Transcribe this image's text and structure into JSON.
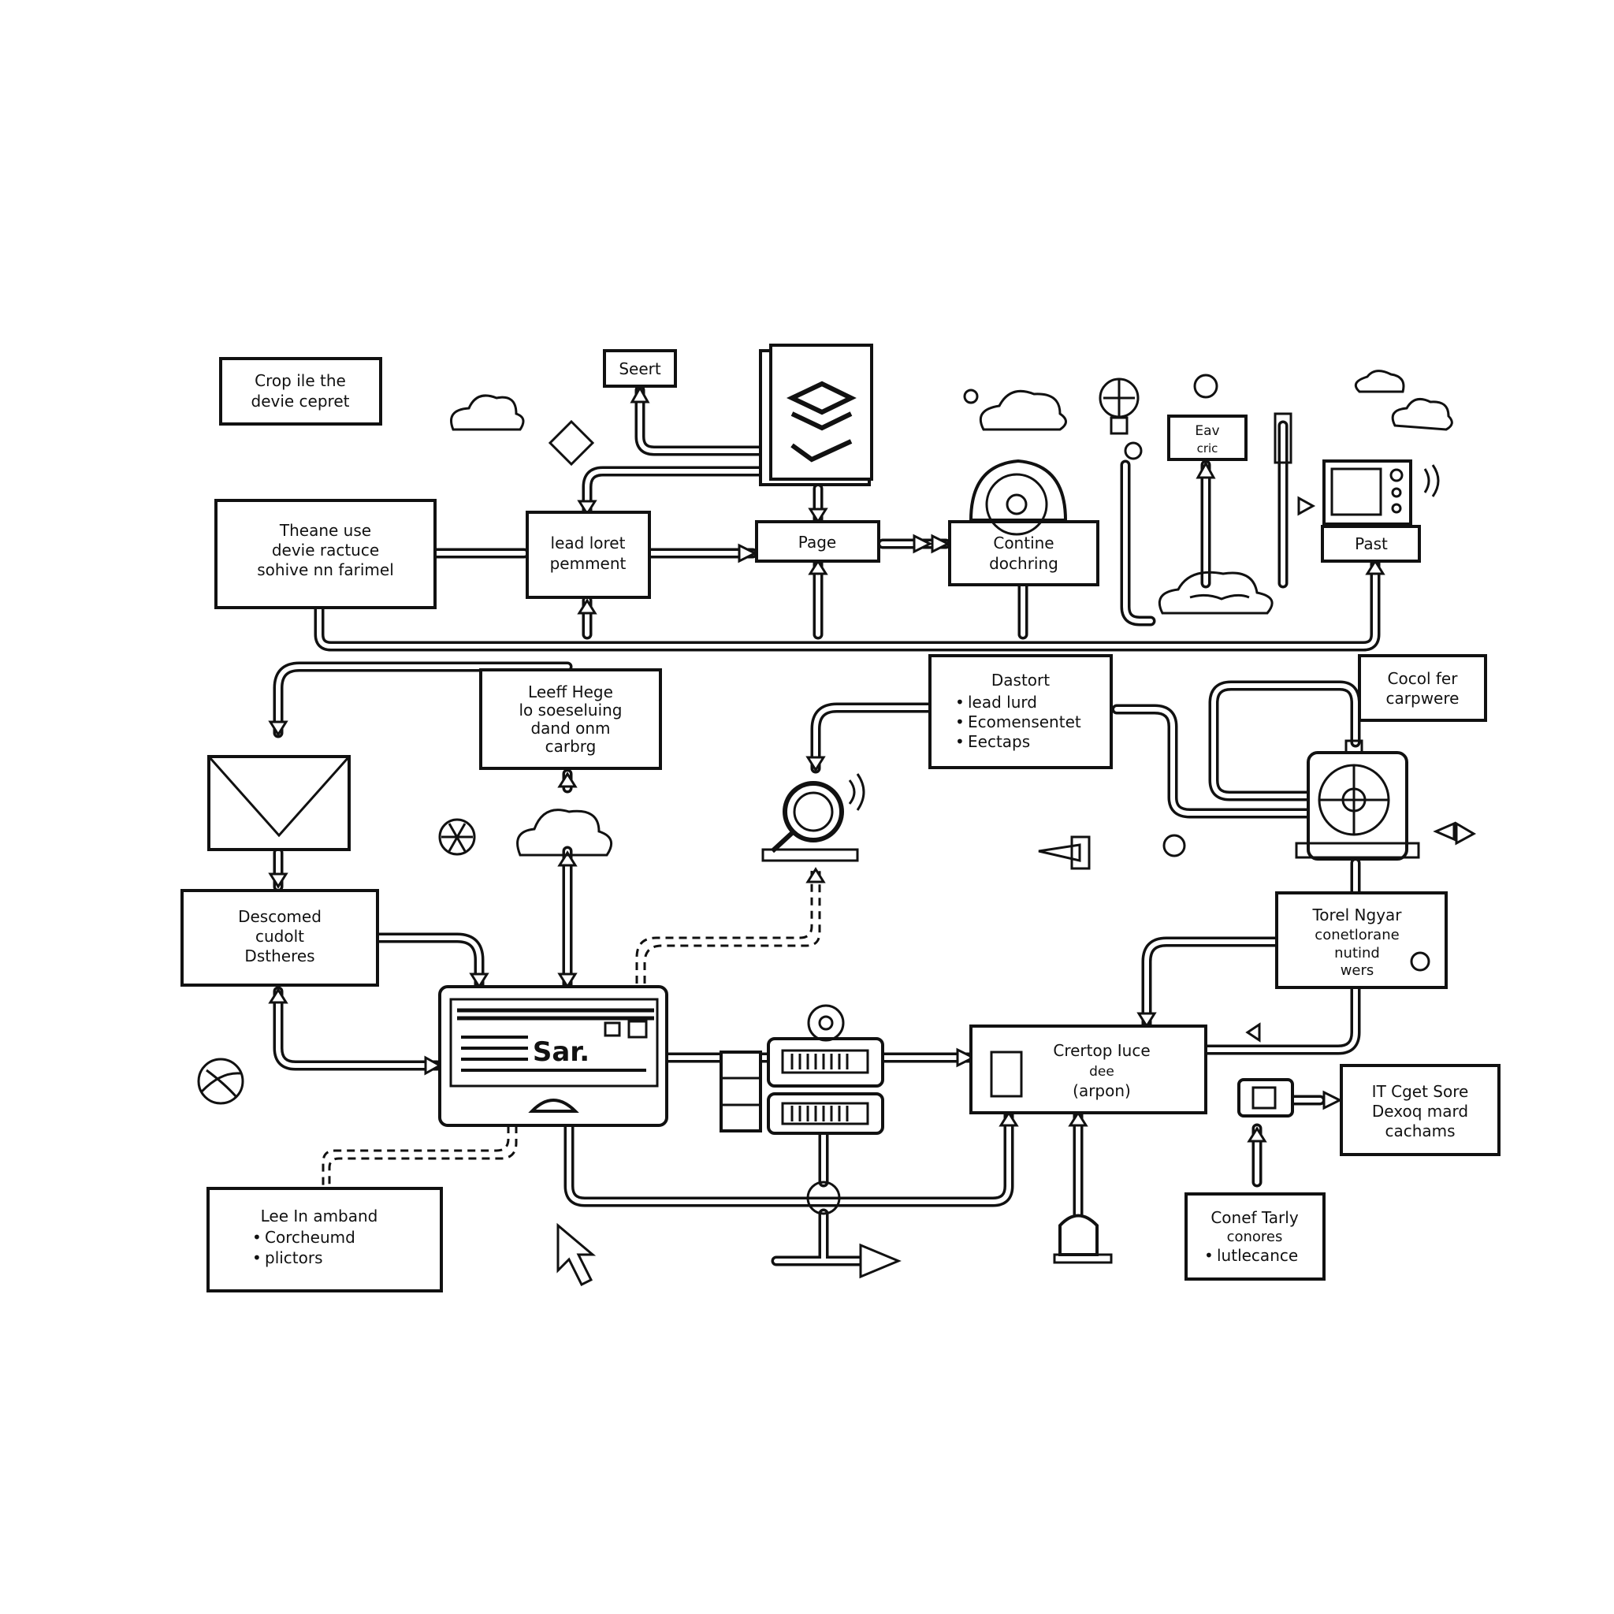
{
  "nodes": {
    "crop_device": {
      "lines": [
        "Crop ile the",
        "devie cepret"
      ]
    },
    "seert": {
      "lines": [
        "Seert"
      ]
    },
    "theane_use": {
      "lines": [
        "Theane use",
        "devie ractuce",
        "sohive nn farimel"
      ]
    },
    "lead_loret": {
      "lines": [
        "lead loret",
        "pemment"
      ]
    },
    "page": {
      "lines": [
        "Page"
      ]
    },
    "contine": {
      "lines": [
        "Contine",
        "dochring"
      ]
    },
    "eav": {
      "lines": [
        "Eav",
        "cric"
      ]
    },
    "past": {
      "lines": [
        "Past"
      ]
    },
    "leeff_hege": {
      "lines": [
        "Leeff Hege",
        "lo soeseluing",
        "dand onm",
        "carbrg"
      ]
    },
    "dastort": {
      "title": "Dastort",
      "bullets": [
        "lead lurd",
        "Ecomensentet",
        "Eectaps"
      ]
    },
    "cocol_fer": {
      "lines": [
        "Cocol fer",
        "carpwere"
      ]
    },
    "descomed": {
      "lines": [
        "Descomed",
        "cudolt",
        "Dstheres"
      ]
    },
    "sar_window": {
      "text": "Sar."
    },
    "torel_ngyar": {
      "lines": [
        "Torel Ngyar",
        "conetlorane",
        "nutind",
        "wers"
      ]
    },
    "crertop": {
      "lines": [
        "Crertop Iuce",
        "dee",
        "(arpon)"
      ]
    },
    "it_cget": {
      "lines": [
        "IT Cget Sore",
        "Dexoq mard",
        "cachams"
      ]
    },
    "lee_in": {
      "title": "Lee In amband",
      "bullets": [
        "Corcheumd",
        "plictors"
      ]
    },
    "conef_tarly": {
      "lines": [
        "Conef Tarly",
        "conores"
      ],
      "bullets": [
        "lutlecance"
      ]
    }
  },
  "icons": [
    "cloud-icon",
    "diamond-icon",
    "document-icon",
    "lightbulb-icon",
    "gear-icon",
    "thermometer-icon",
    "monitor-icon",
    "envelope-icon",
    "magnifier-icon",
    "server-icon",
    "cursor-icon",
    "funnel-icon",
    "globe-icon",
    "pen-icon"
  ],
  "colors": {
    "ink": "#111111",
    "paper": "#ffffff"
  }
}
